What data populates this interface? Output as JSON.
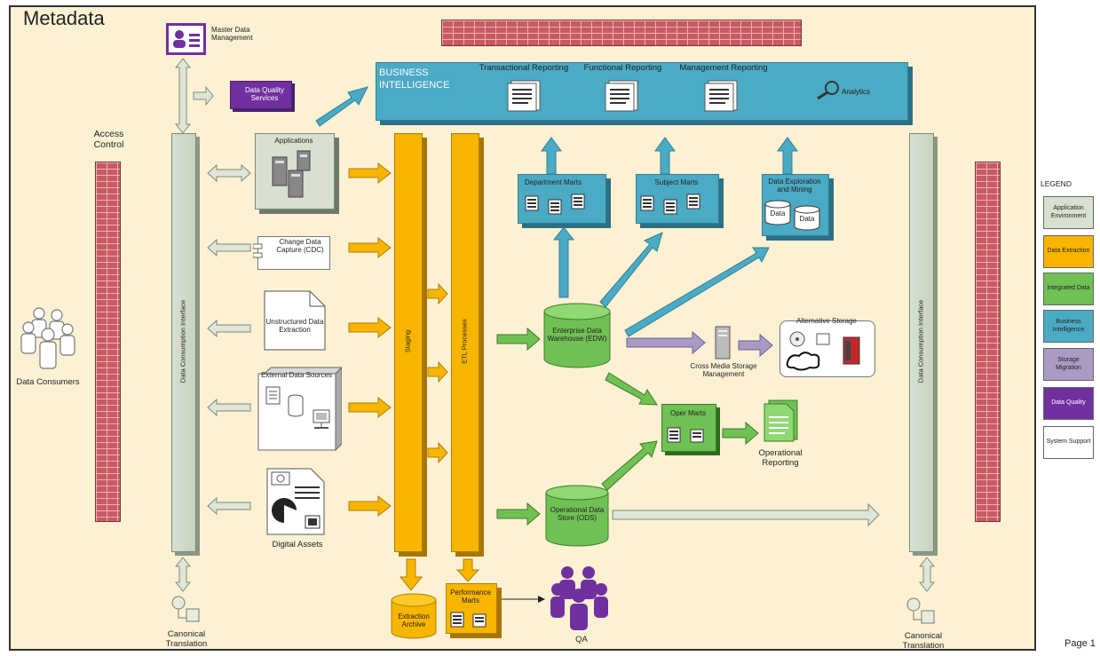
{
  "title": "Metadata",
  "page_label": "Page 1",
  "top_left": {
    "master_data": "Master Data Management",
    "dq_services": "Data Quality Services",
    "access_control": "Access Control",
    "data_consumers": "Data Consumers",
    "canonical_left": "Canonical Translation",
    "canonical_right": "Canonical Translation",
    "dci_left": "Data Consumption Interface",
    "dci_right": "Data Consumption Interface"
  },
  "bi": {
    "title_line1": "BUSINESS",
    "title_line2": "INTELLIGENCE",
    "transactional": "Transactional Reporting",
    "functional": "Functional Reporting",
    "management": "Management Reporting",
    "analytics": "Analytics"
  },
  "sources": {
    "applications": "Applications",
    "cdc": "Change Data Capture (CDC)",
    "unstructured": "Unstructured Data Extraction",
    "external": "External Data Sources",
    "digital": "Digital Assets"
  },
  "staging": "Staging",
  "etl": "ETL Processes",
  "extraction_archive": "Extraction Archive",
  "performance_marts": "Performance Marts",
  "qa": "QA",
  "marts": {
    "department": "Department Marts",
    "subject": "Subject Marts",
    "exploration": "Data Exploration and Mining",
    "data1": "Data",
    "data2": "Data"
  },
  "edw": "Enterprise Data Warehouse (EDW)",
  "ods": "Operational Data Store (ODS)",
  "cross_media": "Cross Media Storage Management",
  "alt_storage": "Alternative Storage",
  "oper_marts": "Oper Marts",
  "operational_reporting": "Operational Reporting",
  "legend": {
    "title": "LEGEND",
    "items": [
      {
        "label": "Application Environment",
        "color": "#d8e1d0"
      },
      {
        "label": "Data Extraction",
        "color": "#f7b500"
      },
      {
        "label": "Integrated Data",
        "color": "#70c153"
      },
      {
        "label": "Business Intelligence",
        "color": "#4baac4"
      },
      {
        "label": "Storage Migration",
        "color": "#a99bc4"
      },
      {
        "label": "Data Quality",
        "color": "#7030a0"
      },
      {
        "label": "System Support",
        "color": "#ffffff"
      }
    ]
  }
}
